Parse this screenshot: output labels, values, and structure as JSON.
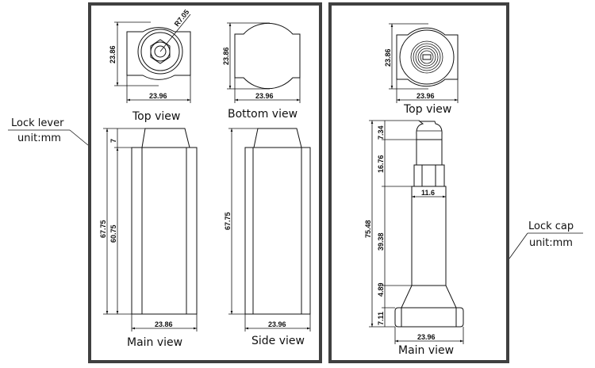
{
  "lock_lever": {
    "callout": {
      "name": "Lock lever",
      "unit": "unit:mm"
    },
    "top_view": {
      "label": "Top view",
      "height": "23.86",
      "width": "23.96",
      "radius": "R7.05"
    },
    "bottom_view": {
      "label": "Bottom view",
      "height": "23.86",
      "width": "23.96"
    },
    "main_view": {
      "label": "Main view",
      "total_height": "67.75",
      "body_height": "60.75",
      "cap_height": "7",
      "width": "23.86"
    },
    "side_view": {
      "label": "Side view",
      "total_height": "67.75",
      "width": "23.96"
    }
  },
  "lock_cap": {
    "callout": {
      "name": "Lock cap",
      "unit": "unit:mm"
    },
    "top_view": {
      "label": "Top view",
      "height": "23.86",
      "width": "23.96"
    },
    "main_view": {
      "label": "Main view",
      "total_height": "75.48",
      "seg_top": "7.34",
      "seg_hex": "16.76",
      "seg_shaft": "39.38",
      "seg_taper": "4.89",
      "seg_base": "7.11",
      "shaft_width": "11.6",
      "base_width": "23.96"
    }
  },
  "colors": {
    "frame": "#404040",
    "line": "#111111"
  }
}
